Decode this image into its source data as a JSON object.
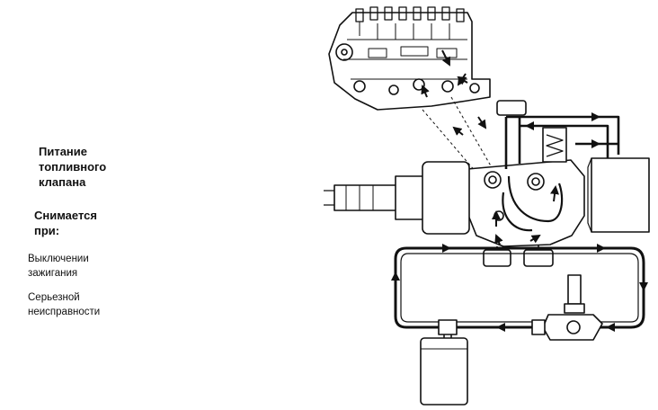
{
  "left_panel": {
    "heading_line1": "Питание",
    "heading_line2": "топливного",
    "heading_line3": "клапана",
    "subheading_line1": "Снимается",
    "subheading_line2": "при:",
    "item1_line1": "Выключении",
    "item1_line2": "зажигания",
    "item2_line1": "Серьезной",
    "item2_line2": "неисправности"
  },
  "colors": {
    "ink": "#111111",
    "background": "#ffffff"
  }
}
